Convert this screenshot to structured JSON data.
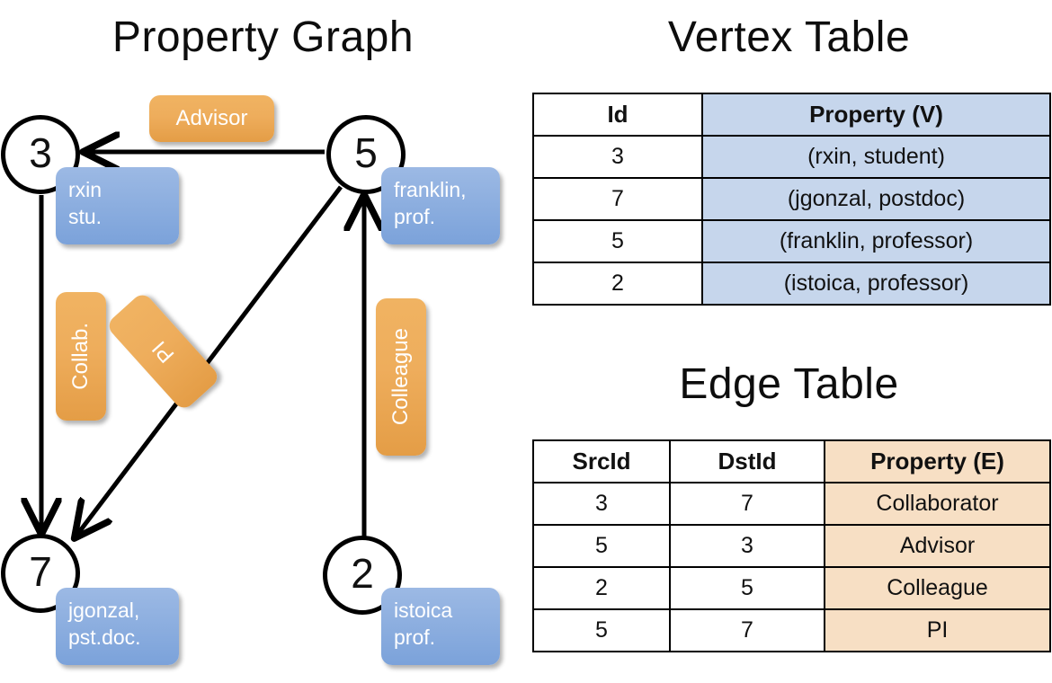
{
  "titles": {
    "property_graph": "Property Graph",
    "vertex_table": "Vertex Table",
    "edge_table": "Edge Table"
  },
  "colors": {
    "vertex_property_fill": "#c6d6ec",
    "edge_property_fill": "#f7dfc4",
    "node_property_box": "#8fb0e0",
    "edge_label_box": "#eead5c",
    "stroke": "#000000",
    "background": "#ffffff"
  },
  "graph": {
    "nodes": [
      {
        "id": "3",
        "property_lines": [
          "rxin",
          "stu."
        ]
      },
      {
        "id": "5",
        "property_lines": [
          "franklin,",
          "prof."
        ]
      },
      {
        "id": "7",
        "property_lines": [
          "jgonzal,",
          "pst.doc."
        ]
      },
      {
        "id": "2",
        "property_lines": [
          "istoica",
          "prof."
        ]
      }
    ],
    "edge_labels": [
      {
        "name": "advisor",
        "text": "Advisor",
        "orientation": "horizontal"
      },
      {
        "name": "collab",
        "text": "Collab.",
        "orientation": "vertical"
      },
      {
        "name": "pi",
        "text": "PI",
        "orientation": "rotated"
      },
      {
        "name": "colleague",
        "text": "Colleague",
        "orientation": "vertical"
      }
    ],
    "edges": [
      {
        "src": "5",
        "dst": "3",
        "label": "Advisor"
      },
      {
        "src": "3",
        "dst": "7",
        "label": "Collab."
      },
      {
        "src": "5",
        "dst": "7",
        "label": "PI"
      },
      {
        "src": "2",
        "dst": "5",
        "label": "Colleague"
      }
    ]
  },
  "vertex_table": {
    "headers": [
      "Id",
      "Property (V)"
    ],
    "rows": [
      {
        "id": "3",
        "property": "(rxin, student)"
      },
      {
        "id": "7",
        "property": "(jgonzal, postdoc)"
      },
      {
        "id": "5",
        "property": "(franklin, professor)"
      },
      {
        "id": "2",
        "property": "(istoica, professor)"
      }
    ]
  },
  "edge_table": {
    "headers": [
      "SrcId",
      "DstId",
      "Property (E)"
    ],
    "rows": [
      {
        "src": "3",
        "dst": "7",
        "property": "Collaborator"
      },
      {
        "src": "5",
        "dst": "3",
        "property": "Advisor"
      },
      {
        "src": "2",
        "dst": "5",
        "property": "Colleague"
      },
      {
        "src": "5",
        "dst": "7",
        "property": "PI"
      }
    ]
  }
}
